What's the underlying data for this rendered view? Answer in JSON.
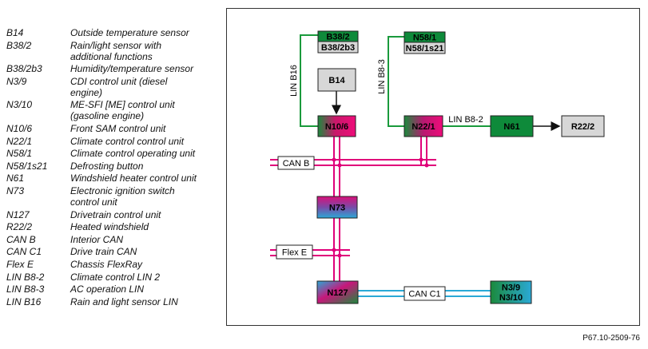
{
  "legend": [
    {
      "code": "B14",
      "desc": "Outside temperature sensor"
    },
    {
      "code": "B38/2",
      "desc": "Rain/light sensor with\nadditional functions"
    },
    {
      "code": "B38/2b3",
      "desc": "Humidity/temperature sensor"
    },
    {
      "code": "N3/9",
      "desc": "CDI control unit (diesel\nengine)"
    },
    {
      "code": "N3/10",
      "desc": "ME-SFI [ME] control unit\n(gasoline engine)"
    },
    {
      "code": "N10/6",
      "desc": "Front SAM control unit"
    },
    {
      "code": "N22/1",
      "desc": "Climate control control unit"
    },
    {
      "code": "N58/1",
      "desc": "Climate control operating unit"
    },
    {
      "code": "N58/1s21",
      "desc": "Defrosting button"
    },
    {
      "code": "N61",
      "desc": "Windshield heater control unit"
    },
    {
      "code": "N73",
      "desc": "Electronic ignition switch\ncontrol unit"
    },
    {
      "code": "N127",
      "desc": "Drivetrain control unit"
    },
    {
      "code": "R22/2",
      "desc": "Heated windshield"
    },
    {
      "code": "CAN B",
      "desc": "Interior CAN"
    },
    {
      "code": "CAN C1",
      "desc": "Drive train CAN"
    },
    {
      "code": "Flex E",
      "desc": "Chassis FlexRay"
    },
    {
      "code": "LIN B8-2",
      "desc": "Climate control LIN 2"
    },
    {
      "code": "LIN B8-3",
      "desc": "AC operation LIN"
    },
    {
      "code": "LIN B16",
      "desc": "Rain and light sensor LIN"
    }
  ],
  "diagram": {
    "b38_2": "B38/2",
    "b38_2b3": "B38/2b3",
    "n58_1": "N58/1",
    "n58_1s21": "N58/1s21",
    "b14": "B14",
    "n10_6": "N10/6",
    "n22_1": "N22/1",
    "n61": "N61",
    "r22_2": "R22/2",
    "n73": "N73",
    "n127": "N127",
    "n3_9": "N3/9",
    "n3_10": "N3/10",
    "can_b": "CAN B",
    "flex_e": "Flex E",
    "can_c1": "CAN C1",
    "lin_b16": "LIN B16",
    "lin_b8_3": "LIN B8-3",
    "lin_b8_2": "LIN B8-2"
  },
  "footer": {
    "code": "P67.10-2509-76"
  },
  "colors": {
    "lin_green": "#1a9a3c",
    "can_pink": "#e0007a",
    "can_c1_cyan": "#2aa9d6",
    "module_green": "#0e8a3a",
    "sensor_gray": "#d7d7d7"
  }
}
